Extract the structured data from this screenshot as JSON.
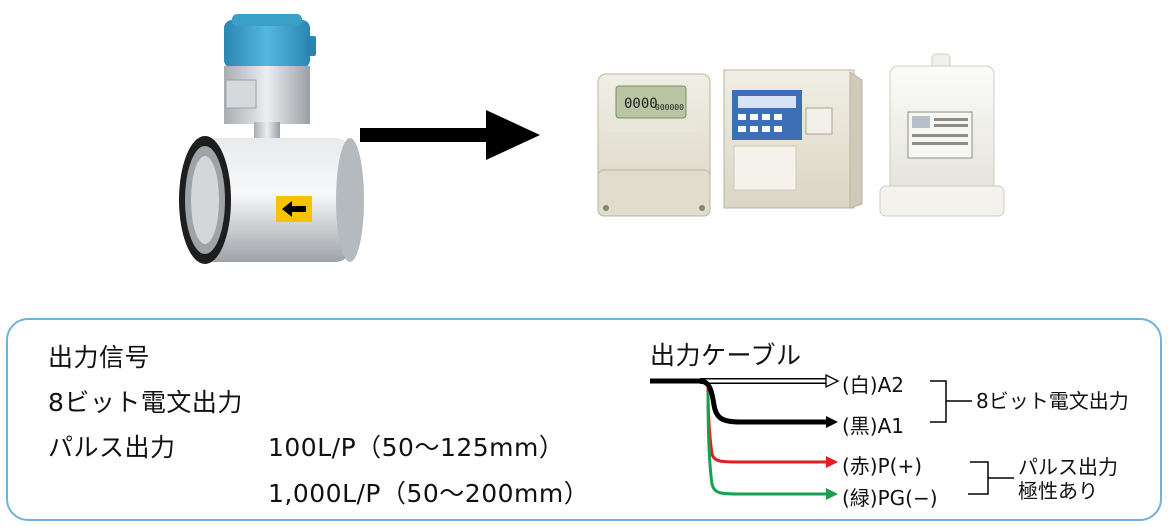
{
  "spec": {
    "heading": "出力信号",
    "row1": "8ビット電文出力",
    "row2_label": "パルス出力",
    "row2_value1": "100L/P（50～125mm）",
    "row2_value2": "1,000L/P（50～200mm）"
  },
  "cable": {
    "title": "出力ケーブル",
    "wires": [
      {
        "label": "(白)A2",
        "color": "#ffffff"
      },
      {
        "label": "(黒)A1",
        "color": "#000000"
      },
      {
        "label": "(赤)P(+)",
        "color": "#e02020"
      },
      {
        "label": "(緑)PG(−)",
        "color": "#1aa050"
      }
    ],
    "group1_label": "8ビット電文出力",
    "group2_line1": "パルス出力",
    "group2_line2": "極性あり"
  },
  "device_display": {
    "reading": "0000",
    "counter": "000000"
  },
  "colors": {
    "border": "#6fb3dc",
    "meter_cap": "#3aa0c8",
    "meter_body": "#c9ccd0",
    "arrow": "#000000",
    "label_yellow": "#f5c400"
  }
}
